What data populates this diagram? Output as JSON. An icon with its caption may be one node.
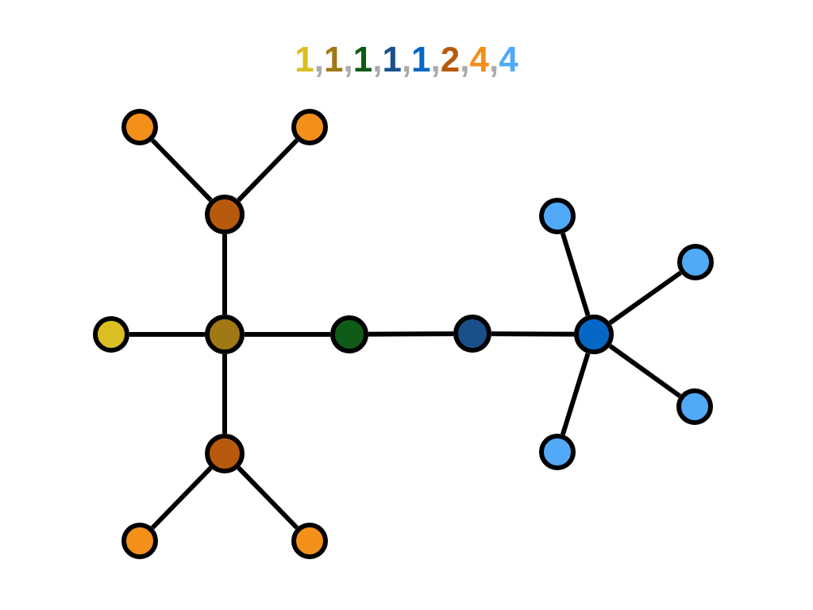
{
  "diagram": {
    "title": "1,1,1,1,1,2,4,4",
    "nodes": [
      {
        "text": [],
        "shape": "circle"
      },
      {
        "text": [],
        "shape": "circle"
      },
      {
        "text": [],
        "shape": "circle"
      },
      {
        "text": [],
        "shape": "circle"
      },
      {
        "text": [],
        "shape": "circle"
      },
      {
        "text": [],
        "shape": "circle"
      },
      {
        "text": [],
        "shape": "circle"
      },
      {
        "text": [],
        "shape": "circle"
      },
      {
        "text": [],
        "shape": "circle"
      },
      {
        "text": [],
        "shape": "circle"
      },
      {
        "text": [],
        "shape": "circle"
      },
      {
        "text": [],
        "shape": "circle"
      },
      {
        "text": [],
        "shape": "circle"
      },
      {
        "text": [],
        "shape": "circle"
      },
      {
        "text": [],
        "shape": "circle"
      }
    ],
    "edges": [
      {
        "from": 0,
        "to": 2,
        "arrow": "none"
      },
      {
        "from": 1,
        "to": 2,
        "arrow": "none"
      },
      {
        "from": 2,
        "to": 6,
        "arrow": "none"
      },
      {
        "from": 5,
        "to": 6,
        "arrow": "none"
      },
      {
        "from": 6,
        "to": 7,
        "arrow": "none"
      },
      {
        "from": 7,
        "to": 8,
        "arrow": "none"
      },
      {
        "from": 8,
        "to": 9,
        "arrow": "none"
      },
      {
        "from": 6,
        "to": 11,
        "arrow": "none"
      },
      {
        "from": 11,
        "to": 13,
        "arrow": "none"
      },
      {
        "from": 11,
        "to": 14,
        "arrow": "none"
      },
      {
        "from": 9,
        "to": 3,
        "arrow": "none"
      },
      {
        "from": 9,
        "to": 4,
        "arrow": "none"
      },
      {
        "from": 9,
        "to": 10,
        "arrow": "none"
      },
      {
        "from": 9,
        "to": 12,
        "arrow": "none"
      }
    ]
  }
}
